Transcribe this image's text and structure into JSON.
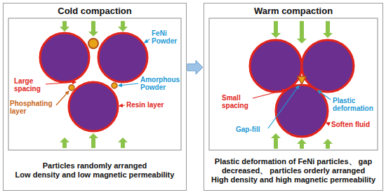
{
  "diagram": {
    "nodes": [
      {
        "text": [
          "Cold compaction",
          "Particles randomly arranged",
          "Low density and low magnetic permeability"
        ]
      },
      {
        "text": [
          "Warm compaction",
          "Plastic deformation of FeNi particles、 gap decreased、 particles orderly arranged",
          "High density and high magnetic permeability"
        ]
      }
    ],
    "edges": [
      {
        "from": 0,
        "to": 1,
        "arrow": "to"
      }
    ],
    "labels": [
      "Large spacing",
      "FeNi Powder",
      "Amorphous Powder",
      "Phosphating layer",
      "Resin layer",
      "Small spacing",
      "Plastic deformation",
      "Gap-fill",
      "Soften fluid"
    ]
  }
}
